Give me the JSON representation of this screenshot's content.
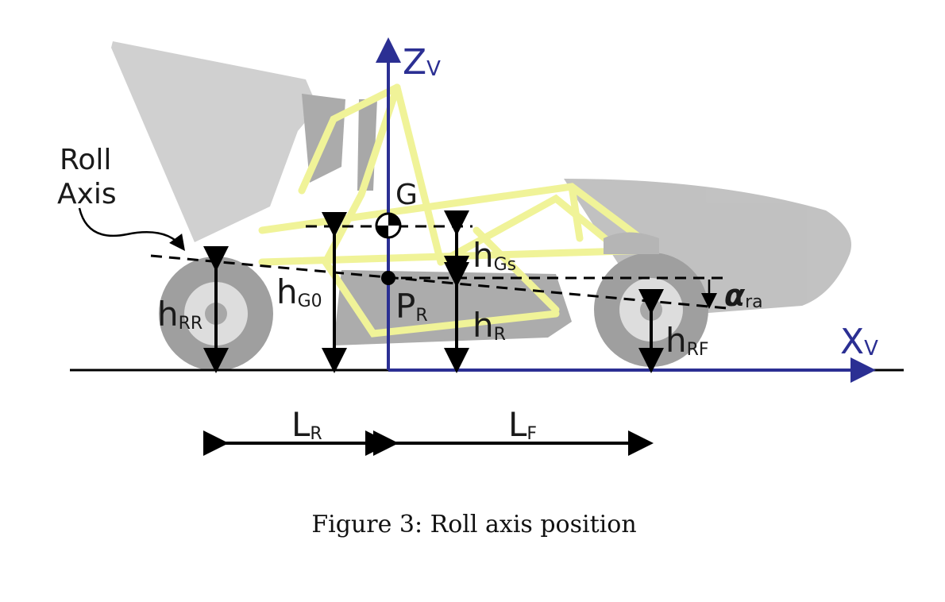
{
  "figure": {
    "caption": "Figure 3: Roll axis position",
    "colors": {
      "axis_blue": "#2b2f93",
      "frame_yellow": "#eef287",
      "body_grey": "#c9c9c9",
      "tyre_grey": "#a9a9a9",
      "ink": "#000000"
    },
    "labels": {
      "zv": {
        "main": "Z",
        "sub": "V"
      },
      "xv": {
        "main": "X",
        "sub": "V"
      },
      "roll_axis_line1": "Roll",
      "roll_axis_line2": "Axis",
      "g": "G",
      "pr": {
        "main": "P",
        "sub": "R"
      },
      "hgs": {
        "main": "h",
        "sub": "Gs"
      },
      "hg0": {
        "main": "h",
        "sub": "G0"
      },
      "hrr": {
        "main": "h",
        "sub": "RR"
      },
      "hr": {
        "main": "h",
        "sub": "R"
      },
      "hrf": {
        "main": "h",
        "sub": "RF"
      },
      "alpha": {
        "main": "α",
        "sub": "ra"
      },
      "lr": {
        "main": "L",
        "sub": "R"
      },
      "lf": {
        "main": "L",
        "sub": "F"
      }
    }
  }
}
